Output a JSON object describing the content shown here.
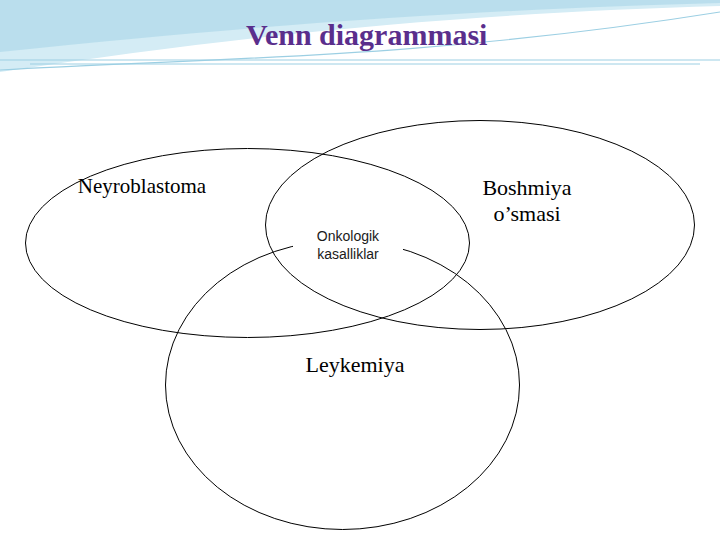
{
  "diagram": {
    "title": "Venn diagrammasi",
    "nodes": [
      {
        "text": [
          "Neyroblastoma"
        ]
      },
      {
        "text": [
          "Boshmiya o’smasi"
        ]
      },
      {
        "text": [
          "Leykemiya"
        ]
      }
    ],
    "labels": [
      "Onkologik kasalliklar"
    ]
  }
}
